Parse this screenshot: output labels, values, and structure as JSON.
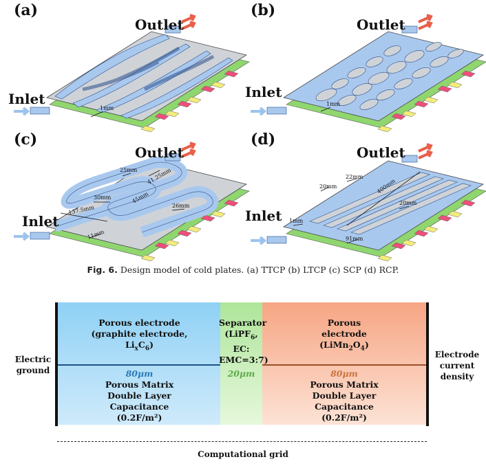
{
  "figure": {
    "panels": [
      {
        "label": "(a)",
        "inlet": "Inlet",
        "outlet": "Outlet",
        "dims": [
          "1mm"
        ]
      },
      {
        "label": "(b)",
        "inlet": "Inlet",
        "outlet": "Outlet",
        "dims": [
          "1mm"
        ]
      },
      {
        "label": "(c)",
        "inlet": "Inlet",
        "outlet": "Outlet",
        "dims": [
          "25mm",
          "41.25mm",
          "30mm",
          "45mm",
          "137.5mm",
          "26mm",
          "11mm"
        ]
      },
      {
        "label": "(d)",
        "inlet": "Inlet",
        "outlet": "Outlet",
        "dims": [
          "20mm",
          "22mm",
          "400mm",
          "20mm",
          "1mm",
          "91mm"
        ]
      }
    ],
    "caption": {
      "prefix": "Fig. 6.",
      "text": "Design model of cold plates. (a) TTCP (b) LTCP (c) SCP (d) RCP."
    }
  },
  "battery_model": {
    "left_side": [
      "Electric",
      "ground"
    ],
    "right_side": [
      "Electrode",
      "current",
      "density"
    ],
    "negative": {
      "title": [
        "Porous electrode",
        "(graphite electrode,",
        "LixC6)"
      ],
      "thickness": "80μm",
      "props": [
        "Porous Matrix",
        "Double Layer",
        "Capacitance",
        "(0.2F/m²)"
      ],
      "color": "#2a7ab8"
    },
    "separator": {
      "title": [
        "Separator",
        "(LiPF6,",
        "EC:",
        "EMC=3:7)"
      ],
      "thickness": "20μm",
      "color": "#5fa84a"
    },
    "positive": {
      "title": [
        "Porous",
        "electrode",
        "(LiMn2O4)"
      ],
      "thickness": "80μm",
      "props": [
        "Porous Matrix",
        "Double Layer",
        "Capacitance",
        "(0.2F/m²)"
      ],
      "color": "#c9743f"
    },
    "grid_label": "Computational grid"
  },
  "colors": {
    "plate": "#cfd3d8",
    "channel": "#a9c8ee",
    "cell_green": "#8fd66f",
    "tab_yellow": "#f3ec7a",
    "tab_pink": "#ee4f7a",
    "arrow_blue": "#9cc3ee",
    "arrow_red": "#e8604a"
  }
}
